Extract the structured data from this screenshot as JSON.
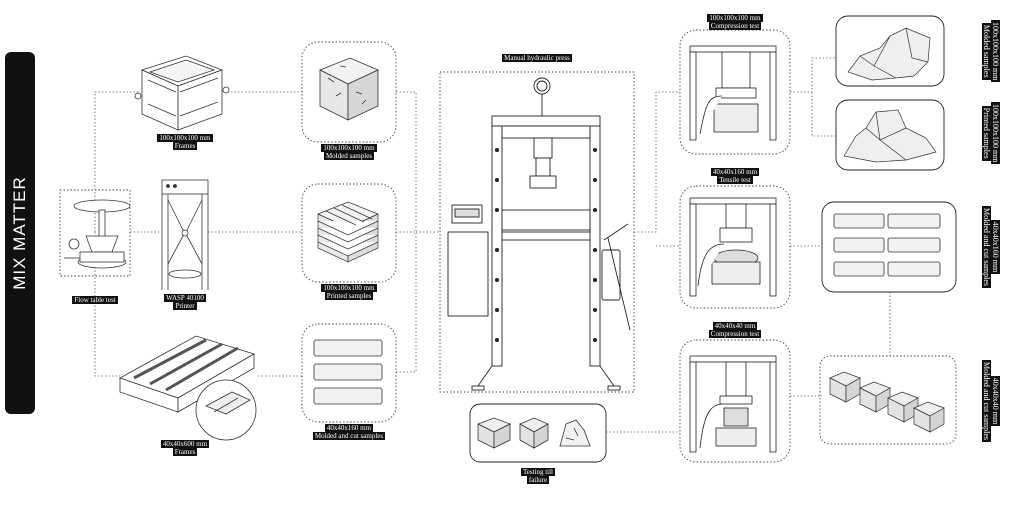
{
  "brand": {
    "title": "MIX MATTER"
  },
  "labels": {
    "frames_cube": [
      "100x100x100 mm",
      "Frames"
    ],
    "frames_prism": [
      "40x40x600 mm",
      "Frames"
    ],
    "flow_table": "Flow table test",
    "printer": [
      "WASP 40100",
      "Printer"
    ],
    "molded_cube": [
      "100x100x100 mm",
      "Molded samples"
    ],
    "printed_cube": [
      "100x100x100 mm",
      "Printed samples"
    ],
    "molded_cut": [
      "40x40x160 mm",
      "Molded and cut samples"
    ],
    "press": "Manual hydraulic press",
    "testing": [
      "Testing till",
      "failure"
    ],
    "comp_test_big": [
      "100x100x100 mm",
      "Compression test"
    ],
    "tensile_test": [
      "40x40x160 mm",
      "Tensile test"
    ],
    "comp_test_small": [
      "40x40x40 mm",
      "Compression test"
    ],
    "res_molded_cube": [
      "100x100x100 mm",
      "Molded samples"
    ],
    "res_printed_cube": [
      "100x100x100 mm",
      "Printed samples"
    ],
    "res_prism": [
      "40x40x160 mm",
      "Molded and cut samples"
    ],
    "res_small_cube": [
      "40x40x40 mm",
      "Molded and cut samples"
    ]
  }
}
